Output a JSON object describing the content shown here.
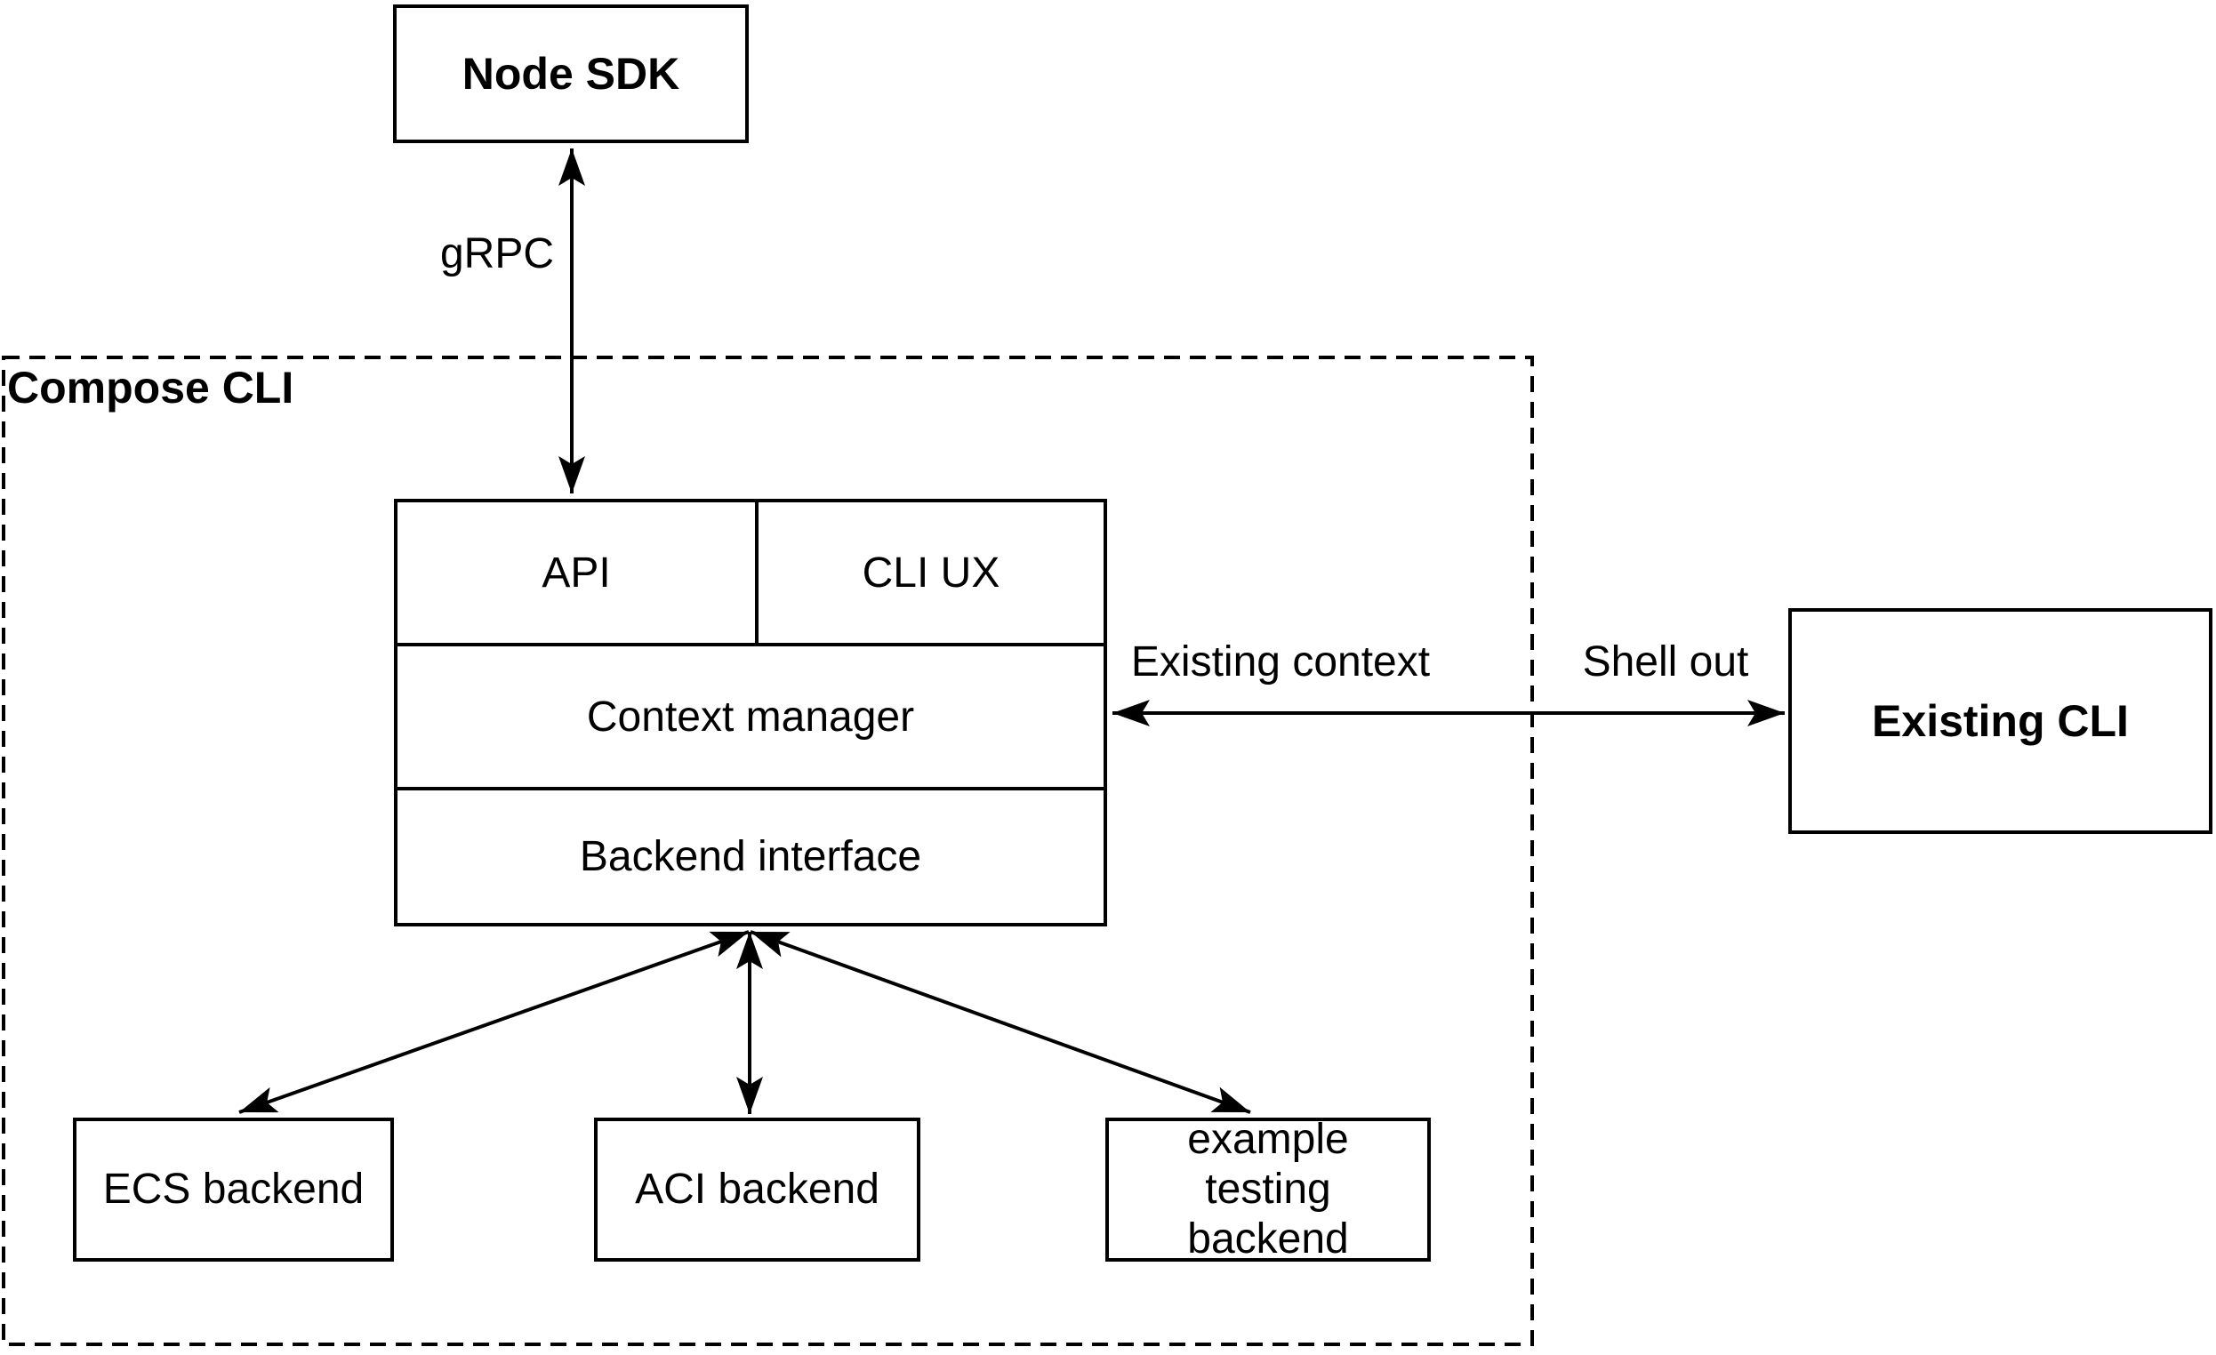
{
  "nodes": {
    "node_sdk": {
      "label": "Node SDK"
    },
    "compose_cli_container": {
      "label": "Compose CLI"
    },
    "api": {
      "label": "API"
    },
    "cli_ux": {
      "label": "CLI UX"
    },
    "context_manager": {
      "label": "Context manager"
    },
    "backend_interface": {
      "label": "Backend interface"
    },
    "existing_cli": {
      "label": "Existing CLI"
    },
    "ecs_backend": {
      "label": "ECS backend"
    },
    "aci_backend": {
      "label": "ACI backend"
    },
    "example_testing_backend": {
      "label": "example testing backend"
    }
  },
  "edges": {
    "grpc": {
      "label": "gRPC"
    },
    "existing_context": {
      "label": "Existing context"
    },
    "shell_out": {
      "label": "Shell out"
    }
  },
  "colors": {
    "stroke": "#000000",
    "text": "#000000",
    "background": "#ffffff"
  }
}
